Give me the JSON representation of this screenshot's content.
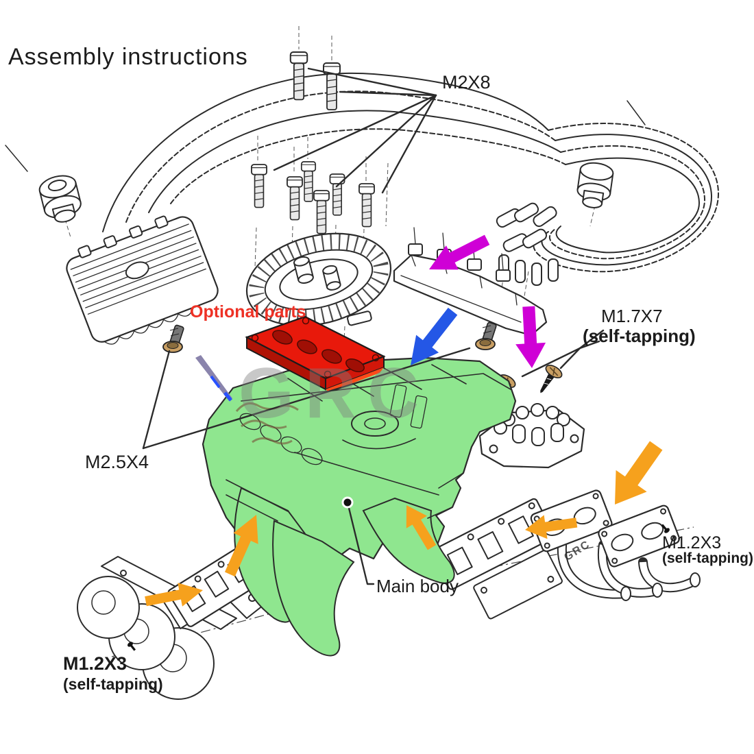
{
  "title": "Assembly instructions",
  "watermark": {
    "large": "GRC",
    "small": "GRC"
  },
  "labels": {
    "m2x8": "M2X8",
    "m17x7_line1": "M1.7X7",
    "m17x7_line2": "(self-tapping)",
    "optional_parts": "Optional parts",
    "m25x4": "M2.5X4",
    "main_body": "Main body",
    "m12x3_left_line1": "M1.2X3",
    "m12x3_left_line2": "(self-tapping)",
    "m12x3_right_line1": "M1.2X3",
    "m12x3_right_line2": "(self-tapping)"
  },
  "colors": {
    "main_body_green": "#8fe68f",
    "optional_part_red": "#e8190b",
    "optional_label_red": "#ee3125",
    "arrow_magenta": "#cf00d6",
    "arrow_blue": "#2457e6",
    "arrow_orange": "#f6a11d",
    "line_ink": "#2b2b2b",
    "screw_head_tan": "#c99f63"
  }
}
